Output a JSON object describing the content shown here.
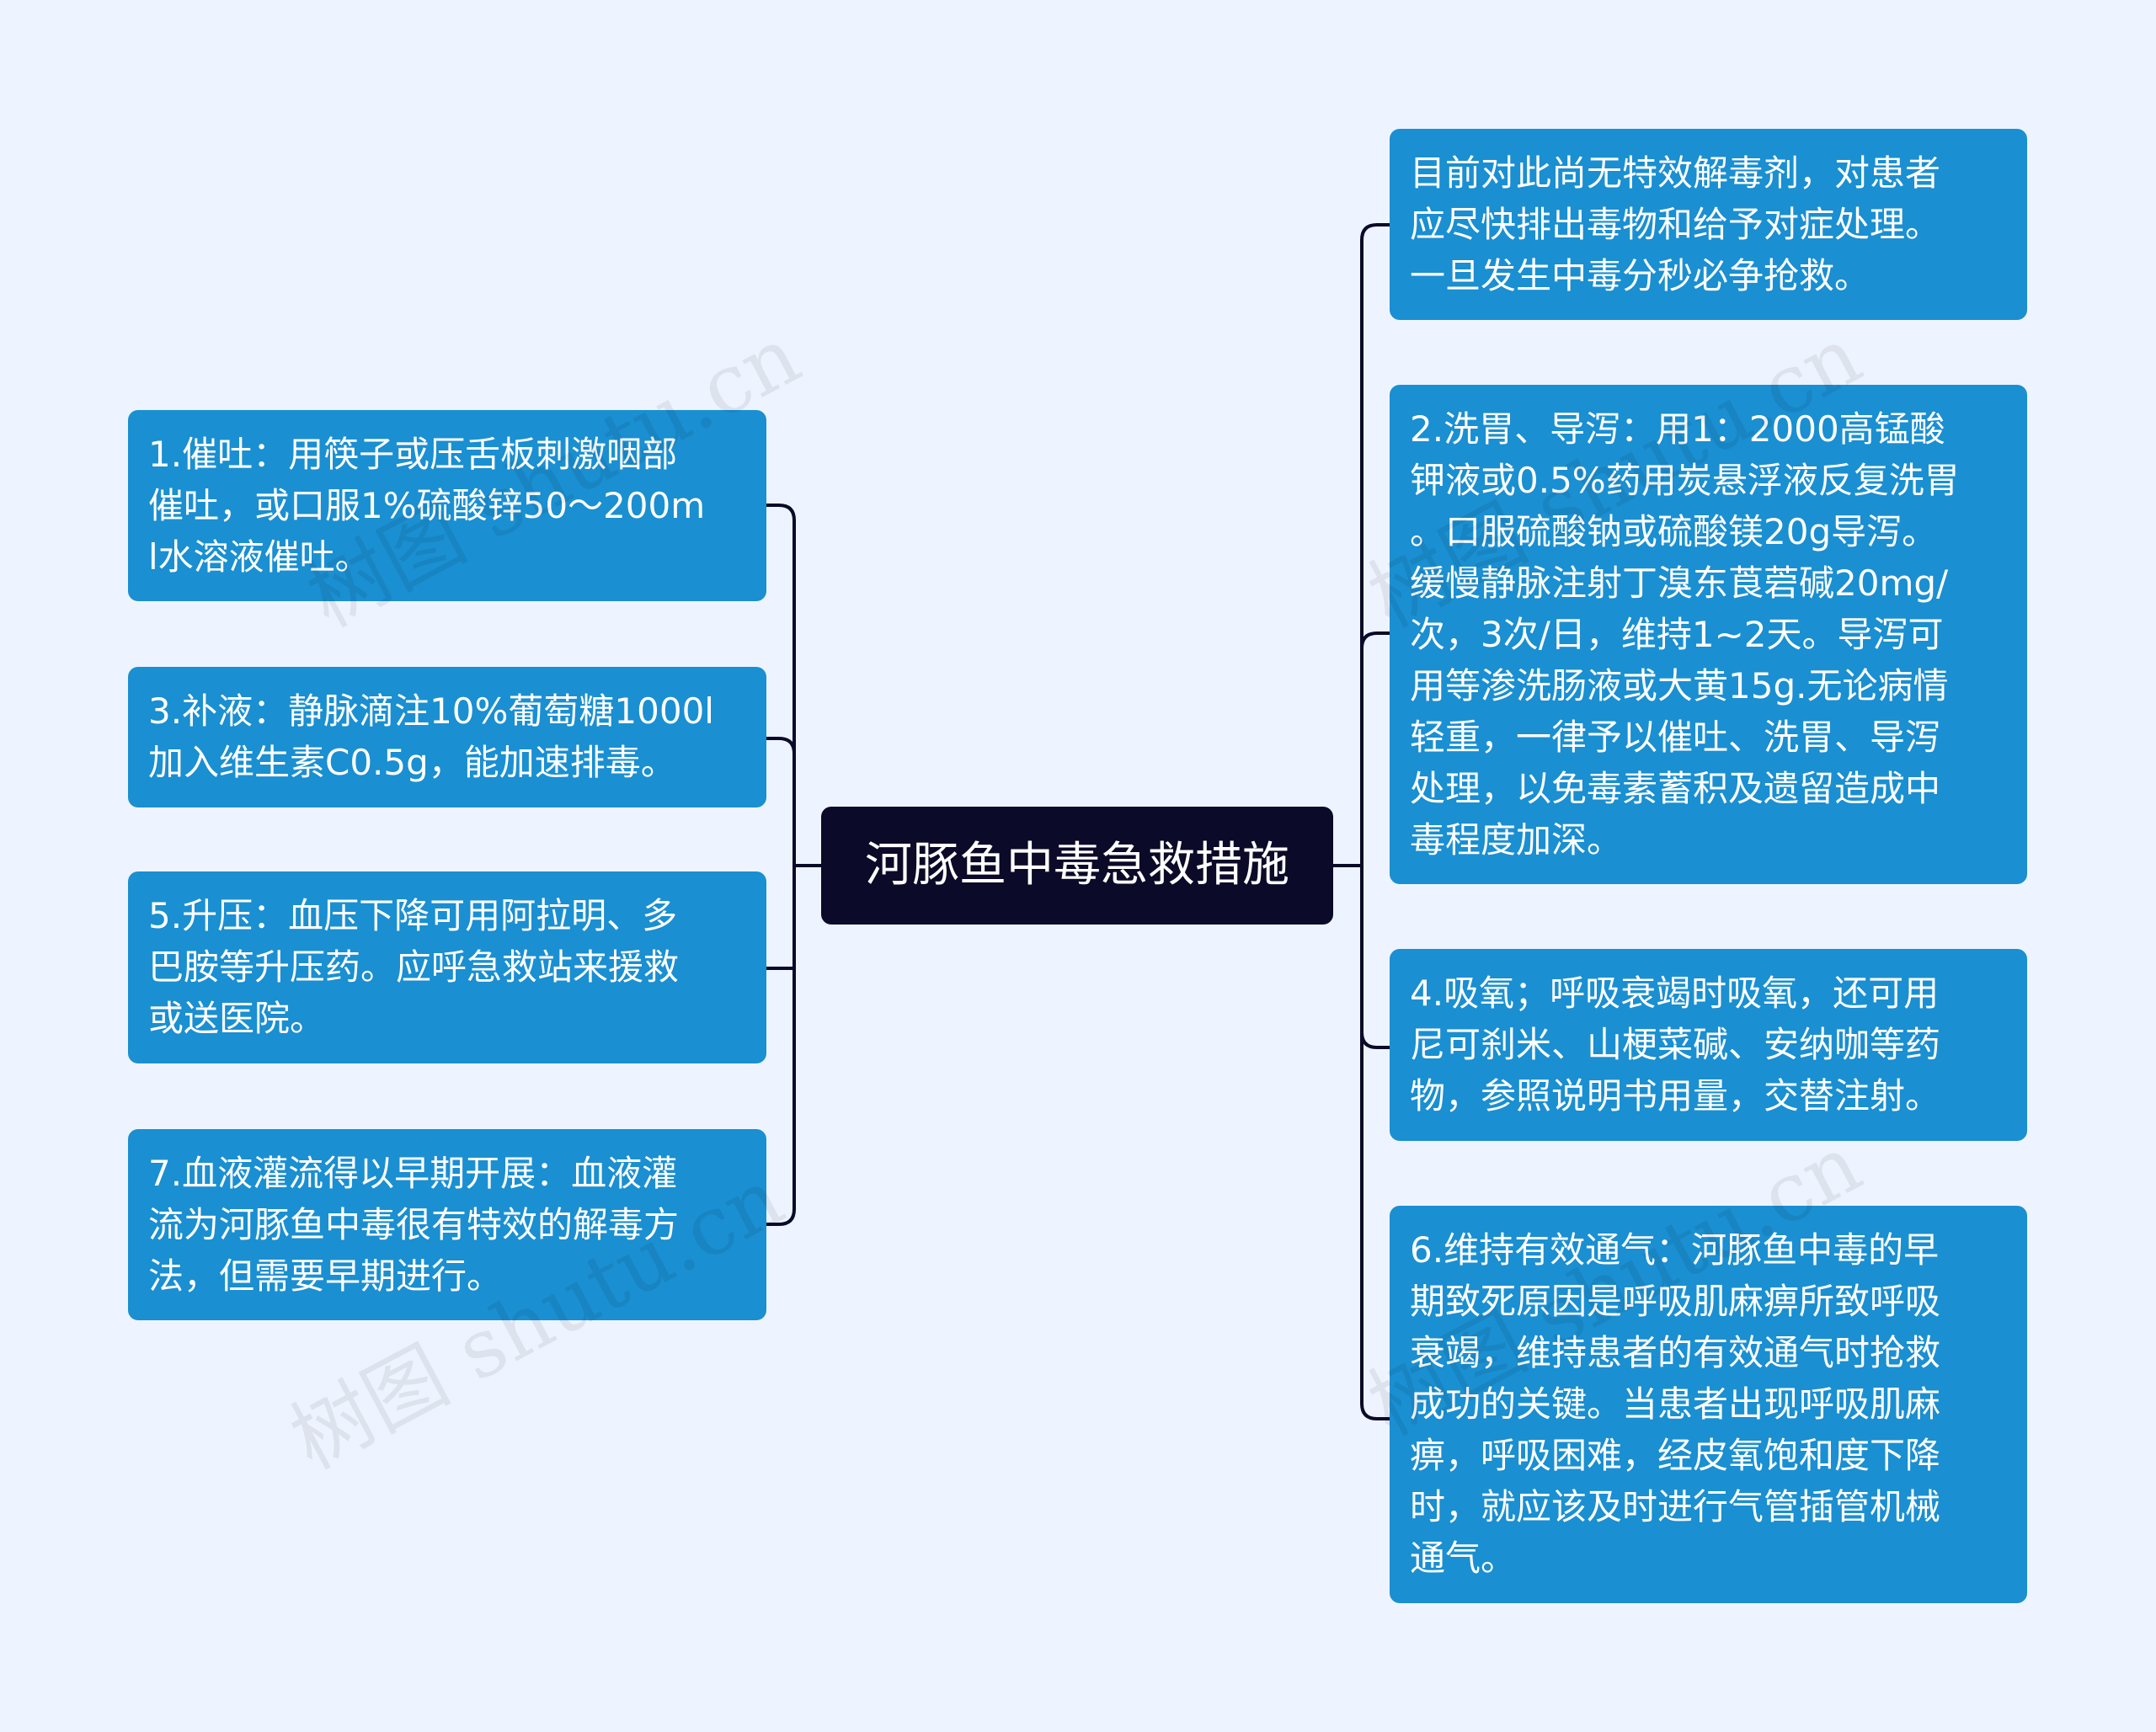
{
  "root": {
    "label": "河豚鱼中毒急救措施"
  },
  "left_nodes": [
    {
      "text": "1.催吐：用筷子或压舌板刺激咽部\n催吐，或口服1%硫酸锌50～200m\nl水溶液催吐。"
    },
    {
      "text": "3.补液：静脉滴注10%葡萄糖1000l\n加入维生素C0.5g，能加速排毒。"
    },
    {
      "text": "5.升压：血压下降可用阿拉明、多\n巴胺等升压药。应呼急救站来援救\n或送医院。"
    },
    {
      "text": "7.血液灌流得以早期开展：血液灌\n流为河豚鱼中毒很有特效的解毒方\n法，但需要早期进行。"
    }
  ],
  "right_nodes": [
    {
      "text": "目前对此尚无特效解毒剂，对患者\n应尽快排出毒物和给予对症处理。\n一旦发生中毒分秒必争抢救。"
    },
    {
      "text": "2.洗胃、导泻：用1：2000高锰酸\n钾液或0.5%药用炭悬浮液反复洗胃\n。口服硫酸钠或硫酸镁20g导泻。\n缓慢静脉注射丁溴东莨菪碱20mg/\n次，3次/日，维持1~2天。导泻可\n用等渗洗肠液或大黄15g.无论病情\n轻重，一律予以催吐、洗胃、导泻\n处理，以免毒素蓄积及遗留造成中\n毒程度加深。"
    },
    {
      "text": "4.吸氧；呼吸衰竭时吸氧，还可用\n尼可刹米、山梗菜碱、安纳咖等药\n物，参照说明书用量，交替注射。"
    },
    {
      "text": "6.维持有效通气：河豚鱼中毒的早\n期致死原因是呼吸肌麻痹所致呼吸\n衰竭，维持患者的有效通气时抢救\n成功的关键。当患者出现呼吸肌麻\n痹，呼吸困难，经皮氧饱和度下降\n时，就应该及时进行气管插管机械\n通气。"
    }
  ],
  "watermarks": [
    "树图 shutu.cn",
    "树图 shutu.cn",
    "树图 shutu.cn",
    "树图 shutu.cn"
  ],
  "colors": {
    "background": "#eef4ff",
    "node": "#1a8fd1",
    "root": "#0b0a28",
    "line": "#0b0a28"
  }
}
